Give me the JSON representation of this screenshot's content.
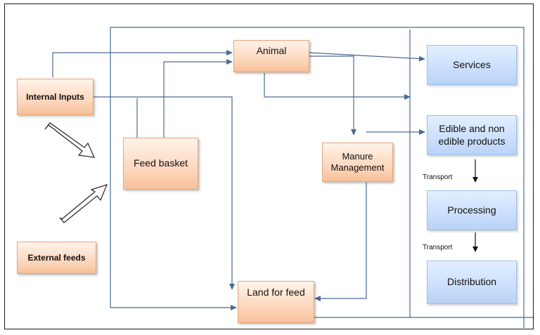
{
  "nodes": {
    "internal_inputs": "Internal Inputs",
    "external_feeds": "External feeds",
    "feed_basket": "Feed basket",
    "animal": "Animal",
    "manure_management": "Manure Management",
    "land_for_feed": "Land for feed",
    "services": "Services",
    "edible_products": "Edible and non edible products",
    "processing": "Processing",
    "distribution": "Distribution"
  },
  "edge_labels": {
    "transport_1": "Transport",
    "transport_2": "Transport"
  },
  "colors": {
    "line": "#4a6a95",
    "frame": "#1a1a1a",
    "orange_box": "#fbd3b6",
    "blue_box": "#c7dcfb"
  }
}
